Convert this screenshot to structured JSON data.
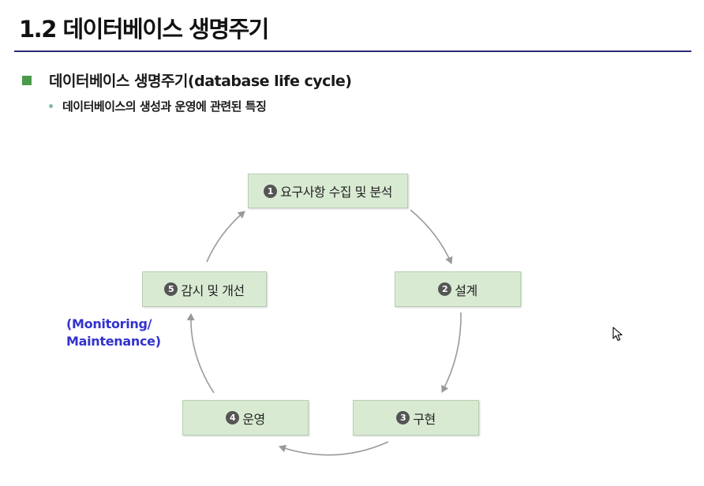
{
  "slide": {
    "title": "1.2 데이터베이스 생명주기",
    "bullet_main": "데이터베이스 생명주기(database life cycle)",
    "bullet_sub": "데이터베이스의 생성과 운영에 관련된 특징"
  },
  "cycle": {
    "steps": [
      {
        "number": "1",
        "label": "요구사항 수집 및 분석"
      },
      {
        "number": "2",
        "label": "설계"
      },
      {
        "number": "3",
        "label": "구현"
      },
      {
        "number": "4",
        "label": "운영"
      },
      {
        "number": "5",
        "label": "감시 및 개선"
      }
    ],
    "annotation_line1": "(Monitoring/",
    "annotation_line2": "Maintenance)"
  },
  "colors": {
    "node_fill": "#d9ead3",
    "title_rule": "#2c2c7a",
    "bullet_square": "#4a9a4a",
    "annotation_text": "#3333cc",
    "arrow": "#999999"
  },
  "icons": {
    "bullet_main": "green-square-bullet",
    "bullet_sub": "dot-bullet",
    "cursor": "mouse-pointer-icon"
  }
}
